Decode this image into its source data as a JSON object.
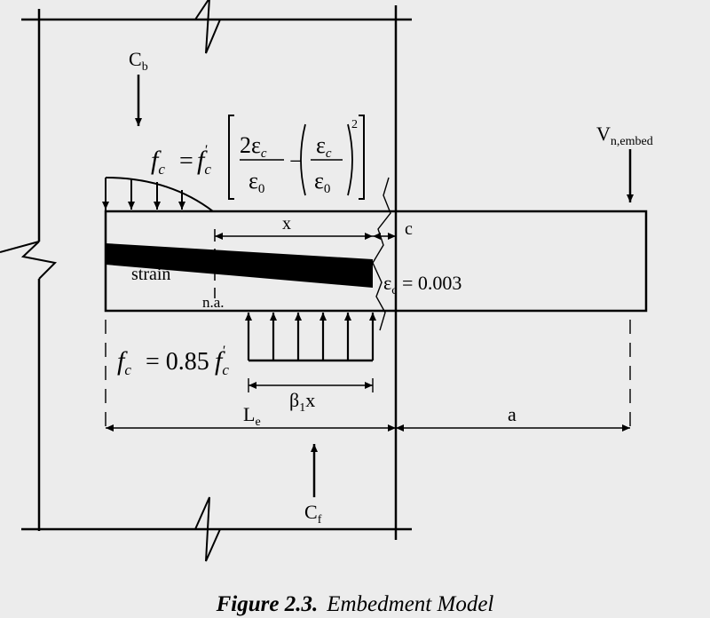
{
  "colors": {
    "background": "#ececec",
    "ink": "#000000"
  },
  "labels": {
    "cb_main": "C",
    "cb_sub": "b",
    "cf_main": "C",
    "cf_sub": "f",
    "v_main": "V",
    "v_sub": "n,embed",
    "x": "x",
    "c": "c",
    "strain": "strain",
    "neutral_axis": "n.a.",
    "eps_eq_main": "ε",
    "eps_eq_sub": "c",
    "eps_eq_value": " = 0.003",
    "le_main": "L",
    "le_sub": "e",
    "a": "a",
    "beta_main": "β",
    "beta_sub": "1",
    "beta_x": "x"
  },
  "equations": {
    "top": {
      "lhs_f": "f",
      "lhs_sub": "c",
      "equals": "=",
      "fc_f": "f",
      "fc_sub": "c",
      "fc_prime": "'",
      "num1": "2ε",
      "num1_sub": "c",
      "den1": "ε",
      "den1_sub": "0",
      "minus": "−",
      "num2": "ε",
      "num2_sub": "c",
      "den2": "ε",
      "den2_sub": "0",
      "exponent": "2"
    },
    "bottom": {
      "lhs_f": "f",
      "lhs_sub": "c",
      "equals": "= 0.85",
      "fc_f": "f",
      "fc_sub": "c",
      "fc_prime": "'"
    }
  },
  "caption": {
    "label": "Figure 2.3",
    "separator": ".",
    "title": "Embedment Model"
  }
}
